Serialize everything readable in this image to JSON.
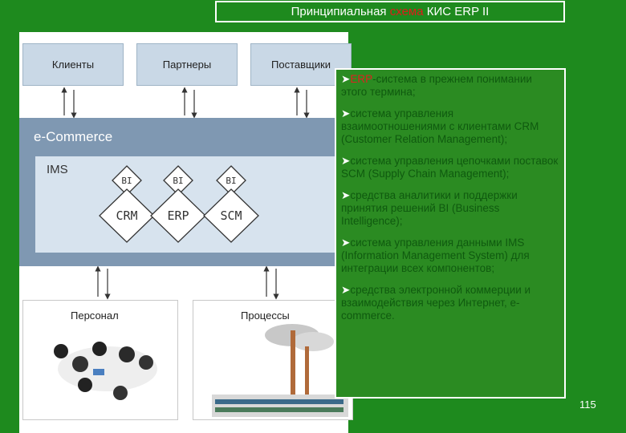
{
  "title": {
    "pre": "Принципиальная ",
    "highlight": "схема",
    "post": " КИС ERP II"
  },
  "top_boxes": [
    "Клиенты",
    "Партнеры",
    "Поставщики"
  ],
  "band_label": "e-Commerce",
  "ims_label": "IMS",
  "bi_labels": [
    "BI",
    "BI",
    "BI"
  ],
  "modules": [
    "CRM",
    "ERP",
    "SCM"
  ],
  "bottom_boxes": [
    "Персонал",
    "Процессы"
  ],
  "bullets": [
    {
      "highlight": "ERP",
      "text": "-система в прежнем понимании этого термина;"
    },
    {
      "highlight": "",
      "text": "система управления взаимоотношениями с клиентами CRM (Customer Relation Management);"
    },
    {
      "highlight": "",
      "text": "система управления цепочками поставок SCM (Supply Chain Management);"
    },
    {
      "highlight": "",
      "text": "средства аналитики и поддержки принятия решений BI (Business Intelligence);"
    },
    {
      "highlight": "",
      "text": "система управления данными IMS (Information Management System) для интеграции всех компонентов;"
    },
    {
      "highlight": "",
      "text": "средства электронной коммерции и взаимодействия через Интернет, e-commerce."
    }
  ],
  "page_number": "115",
  "colors": {
    "background": "#1e8a1e",
    "highlight": "#e01a1a"
  }
}
